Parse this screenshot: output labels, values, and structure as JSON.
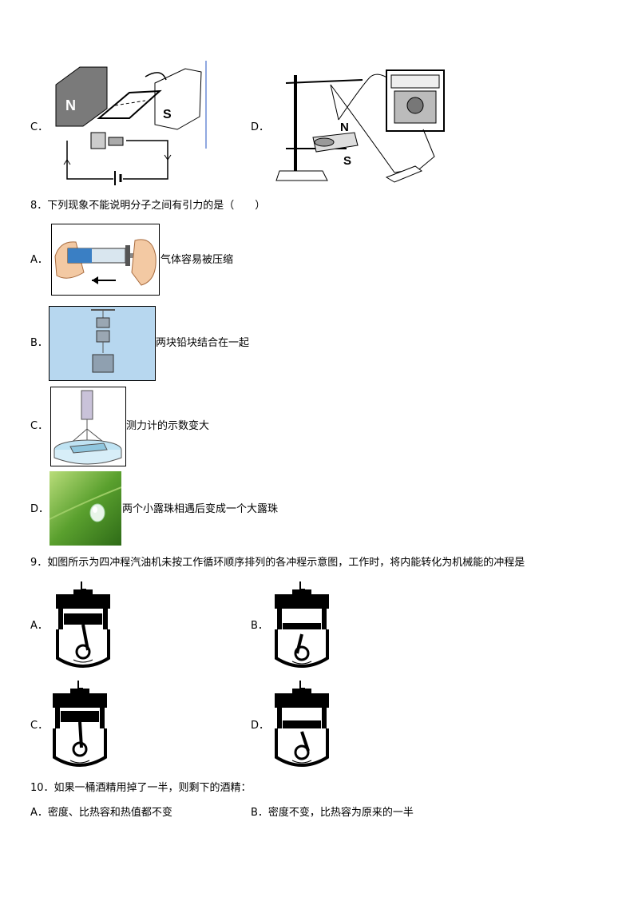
{
  "q7": {
    "opt_c_label": "C．",
    "opt_d_label": "D．",
    "magnet_n": "N",
    "magnet_s": "S",
    "galv_n": "N",
    "galv_s": "S"
  },
  "q8": {
    "stem": "8．下列现象不能说明分子之间有引力的是（　　）",
    "options": [
      {
        "label": "A．",
        "text": "气体容易被压缩"
      },
      {
        "label": "B．",
        "text": "两块铅块结合在一起"
      },
      {
        "label": "C．",
        "text": "测力计的示数变大"
      },
      {
        "label": "D．",
        "text": "两个小露珠相遇后变成一个大露珠"
      }
    ]
  },
  "q9": {
    "stem": "9．如图所示为四冲程汽油机未按工作循环顺序排列的各冲程示意图，工作时，将内能转化为机械能的冲程是",
    "options": [
      {
        "label": "A．"
      },
      {
        "label": "B．"
      },
      {
        "label": "C．"
      },
      {
        "label": "D．"
      }
    ]
  },
  "q10": {
    "stem": "10．如果一桶酒精用掉了一半，则剩下的酒精：",
    "options": [
      {
        "label": "A．",
        "text": "密度、比热容和热值都不变"
      },
      {
        "label": "B．",
        "text": "密度不变，比热容为原来的一半"
      }
    ]
  }
}
